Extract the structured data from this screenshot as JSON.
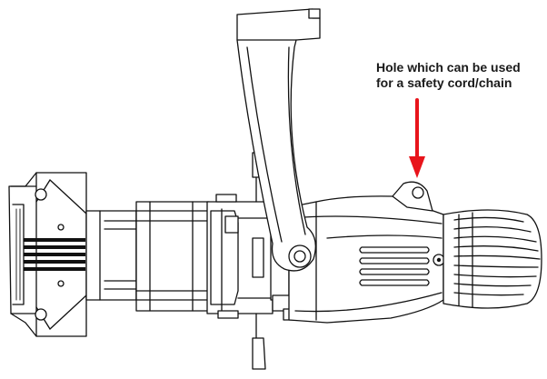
{
  "annotation": {
    "line1": "Hole which can be used",
    "line2": "for a safety cord/chain",
    "arrow_color": "#e8141b"
  },
  "parts": [
    "yoke-bracket",
    "lens-barrel",
    "rear-lamp-housing",
    "cooling-fins",
    "safety-cord-hole",
    "shutter-assembly",
    "front-lens-cap"
  ]
}
